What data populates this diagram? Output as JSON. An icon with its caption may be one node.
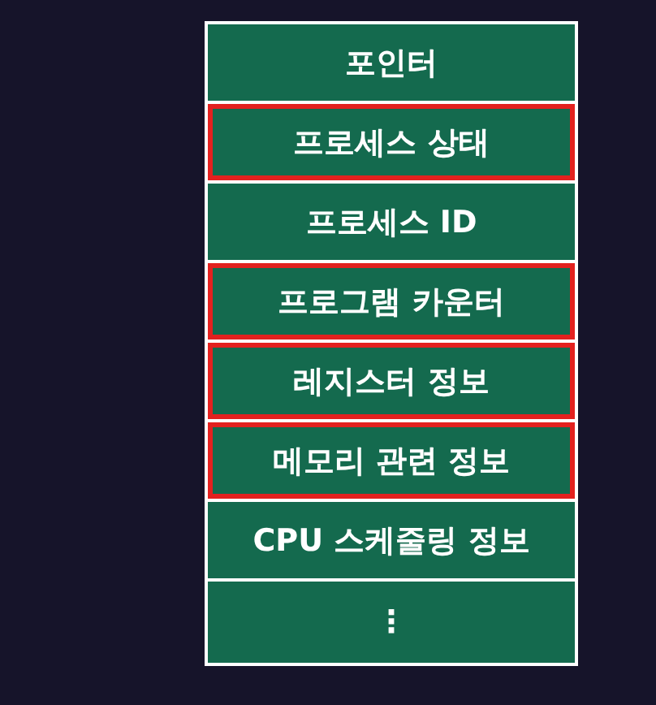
{
  "diagram": {
    "nodes": [
      {
        "text": [
          "포인터"
        ]
      },
      {
        "text": [
          "프로세스 상태"
        ]
      },
      {
        "text": [
          "프로세스 ID"
        ]
      },
      {
        "text": [
          "프로그램 카운터"
        ]
      },
      {
        "text": [
          "레지스터 정보"
        ]
      },
      {
        "text": [
          "메모리 관련 정보"
        ]
      },
      {
        "text": [
          "CPU 스케줄링 정보"
        ]
      },
      {
        "text": [
          "⋮"
        ]
      }
    ]
  }
}
